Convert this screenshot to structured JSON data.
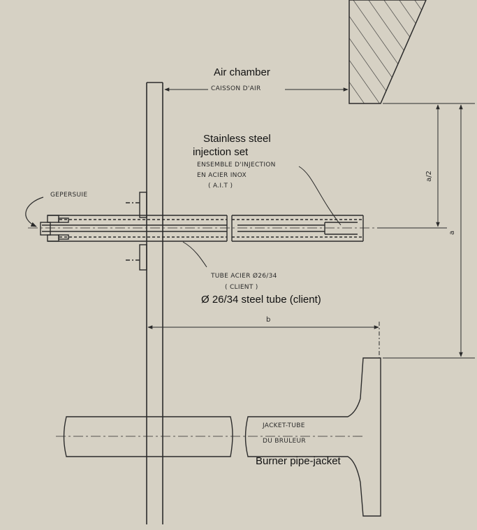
{
  "labels": {
    "air_chamber_en": "Air chamber",
    "air_chamber_fr": "CAISSON D'AIR",
    "injection_en_line1": "Stainless steel",
    "injection_en_line2": "injection set",
    "injection_fr_line1": "ENSEMBLE D'INJECTION",
    "injection_fr_line2": "EN ACIER INOX",
    "injection_fr_line3": "( A.I.T )",
    "gepersuie": "GEPERSUIE",
    "tube_fr_line1": "TUBE ACIER Ø26/34",
    "tube_fr_line2": "( CLIENT )",
    "tube_en": "Ø 26/34 steel tube (client)",
    "jacket_fr_line1": "JACKET-TUBE",
    "jacket_fr_line2": "DU BRULEUR",
    "jacket_en": "Burner pipe-jacket"
  },
  "dimensions": {
    "half_a": "a/2",
    "a": "a",
    "b": "b"
  },
  "colors": {
    "paper": "#d6d1c4",
    "ink": "#2b2b2b",
    "label_ink": "#111111"
  }
}
